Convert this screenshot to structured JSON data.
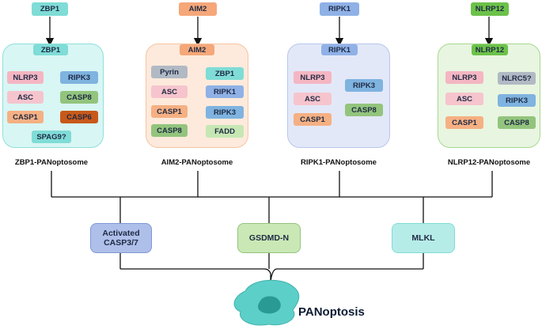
{
  "sensors": {
    "zbp1": "ZBP1",
    "aim2": "AIM2",
    "ripk1": "RIPK1",
    "nlrp12": "NLRP12"
  },
  "complexes": {
    "zbp1": {
      "header": "ZBP1",
      "components": [
        "NLRP3",
        "RIPK3",
        "ASC",
        "CASP8",
        "CASP1",
        "CASP6",
        "SPAG9?"
      ],
      "caption": "ZBP1-PANoptosome"
    },
    "aim2": {
      "header": "AIM2",
      "components": [
        "Pyrin",
        "ZBP1",
        "ASC",
        "RIPK1",
        "CASP1",
        "RIPK3",
        "CASP8",
        "FADD"
      ],
      "caption": "AIM2-PANoptosome"
    },
    "ripk1": {
      "header": "RIPK1",
      "components": [
        "NLRP3",
        "RIPK3",
        "ASC",
        "CASP8",
        "CASP1"
      ],
      "caption": "RIPK1-PANoptosome"
    },
    "nlrp12": {
      "header": "NLRP12",
      "components": [
        "NLRP3",
        "NLRC5?",
        "ASC",
        "RIPK3",
        "CASP1",
        "CASP8"
      ],
      "caption": "NLRP12-PANoptosome"
    }
  },
  "effectors": {
    "casp37": "Activated\nCASP3/7",
    "gsdmd": "GSDMD-N",
    "mlkl": "MLKL"
  },
  "outcome": "PANoptosis",
  "colors": {
    "teal": "#7fdcd6",
    "orange": "#f5a779",
    "lavender_blue": "#8fb1e6",
    "green_sensor": "#6cc24a",
    "nlrp3_pink": "#f4b6c2",
    "asc_pink": "#f6c4cd",
    "casp1_orange": "#f5b083",
    "ripk_blue": "#7fb3e0",
    "casp8_green": "#93c47d",
    "casp6_brown": "#c8591a",
    "pyrin_grey": "#b1b9c4",
    "fadd_green": "#c6e7b4",
    "cell": "#5ccfc8"
  }
}
